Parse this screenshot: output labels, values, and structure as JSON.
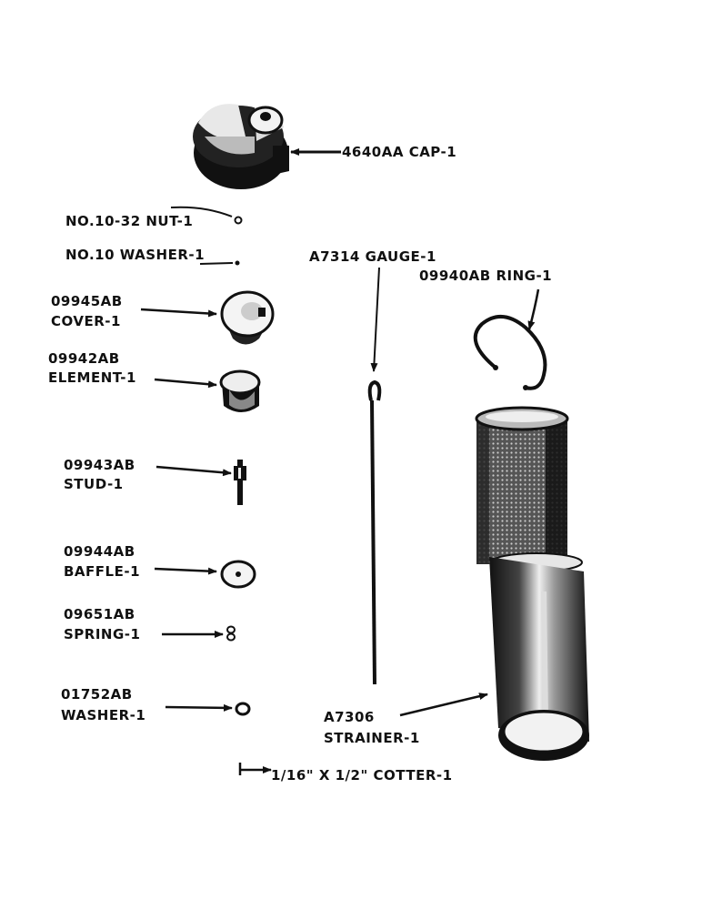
{
  "labels": {
    "cap": "4640AA CAP-1",
    "nut": "NO.10-32 NUT-1",
    "washer_small": "NO.10 WASHER-1",
    "gauge": "A7314  GAUGE-1",
    "ring": "09940AB  RING-1",
    "cover_part": "09945AB",
    "cover_name": "COVER-1",
    "element_part": "09942AB",
    "element_name": "ELEMENT-1",
    "stud_part": "09943AB",
    "stud_name": "STUD-1",
    "baffle_part": "09944AB",
    "baffle_name": "BAFFLE-1",
    "spring_part": "09651AB",
    "spring_name": "SPRING-1",
    "washer_part": "01752AB",
    "washer_name": "WASHER-1",
    "strainer_part": "A7306",
    "strainer_name": "STRAINER-1",
    "cotter": "1/16\" X 1/2\" COTTER-1"
  }
}
